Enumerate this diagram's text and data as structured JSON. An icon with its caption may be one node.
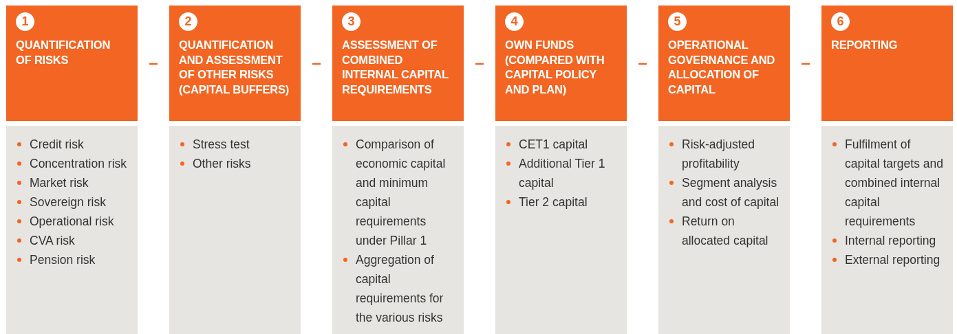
{
  "diagram": {
    "nodes": [
      {
        "text": [
          "1",
          "QUANTIFICATION OF RISKS"
        ]
      },
      {
        "text": [
          "Credit risk",
          "Concentration risk",
          "Market risk",
          "Sovereign risk",
          "Operational risk",
          "CVA risk",
          "Pension risk"
        ]
      },
      {
        "text": [
          "2",
          "QUANTIFICATION AND ASSESSMENT OF OTHER RISKS (CAPITAL BUFFERS)"
        ]
      },
      {
        "text": [
          "Stress test",
          "Other risks"
        ]
      },
      {
        "text": [
          "3",
          "ASSESSMENT OF COMBINED INTERNAL CAPITAL REQUIREMENTS"
        ]
      },
      {
        "text": [
          "Comparison of economic capital and minimum capital requirements under Pillar 1",
          "Aggregation of capital requirements for the various risks"
        ]
      },
      {
        "text": [
          "4",
          "OWN FUNDS (COMPARED WITH CAPITAL POLICY AND PLAN)"
        ]
      },
      {
        "text": [
          "CET1 capital",
          "Additional Tier 1 capital",
          "Tier 2 capital"
        ]
      },
      {
        "text": [
          "5",
          "OPERATIONAL GOVERNANCE AND ALLOCATION OF CAPITAL"
        ]
      },
      {
        "text": [
          "Risk-adjusted profitability",
          "Segment analysis and cost of capital",
          "Return on allocated capital"
        ]
      },
      {
        "text": [
          "6",
          "REPORTING"
        ]
      },
      {
        "text": [
          "Fulfilment of capital targets and combined internal capital requirements",
          "Internal reporting",
          "External reporting"
        ]
      }
    ],
    "edges": [
      {
        "from": 0,
        "to": 2,
        "arrow": "none"
      },
      {
        "from": 2,
        "to": 4,
        "arrow": "none"
      },
      {
        "from": 4,
        "to": 6,
        "arrow": "none"
      },
      {
        "from": 6,
        "to": 8,
        "arrow": "none"
      },
      {
        "from": 8,
        "to": 10,
        "arrow": "none"
      }
    ]
  }
}
